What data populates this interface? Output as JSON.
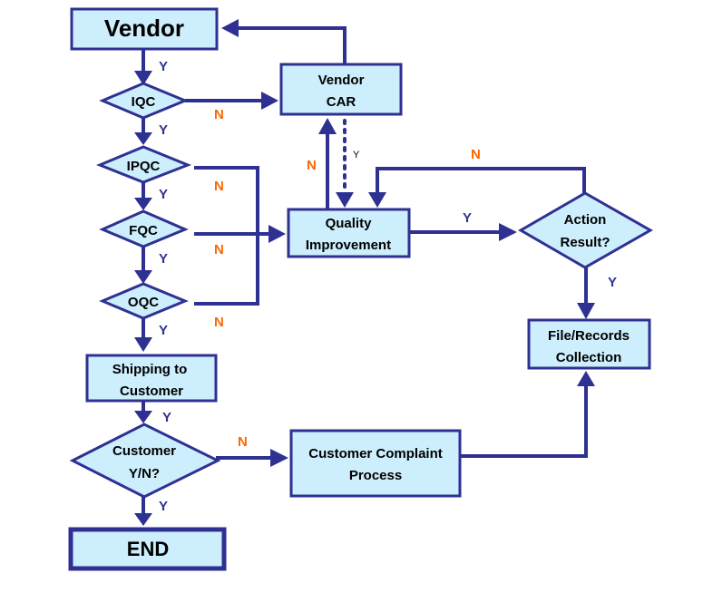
{
  "nodes": {
    "vendor": "Vendor",
    "iqc": "IQC",
    "vendor_car": [
      "Vendor",
      "CAR"
    ],
    "ipqc": "IPQC",
    "fqc": "FQC",
    "quality_improvement": [
      "Quality",
      "Improvement"
    ],
    "action_result": [
      "Action",
      "Result?"
    ],
    "oqc": "OQC",
    "file_records": [
      "File/Records",
      "Collection"
    ],
    "shipping": [
      "Shipping to",
      "Customer"
    ],
    "customer_yn": [
      "Customer",
      "Y/N?"
    ],
    "complaint": [
      "Customer Complaint",
      "Process"
    ],
    "end": "END"
  },
  "edges": {
    "vendor_iqc": "Y",
    "iqc_car": "N",
    "iqc_ipqc": "Y",
    "car_qi": "Y",
    "qi_car": "N",
    "ipqc_qi": "N",
    "ipqc_fqc": "Y",
    "action_qi": "N",
    "qi_action": "Y",
    "fqc_qi": "N",
    "fqc_oqc": "Y",
    "action_file": "Y",
    "oqc_qi": "N",
    "oqc_shipping": "Y",
    "shipping_customer": "Y",
    "customer_complaint": "N",
    "customer_end": "Y"
  }
}
